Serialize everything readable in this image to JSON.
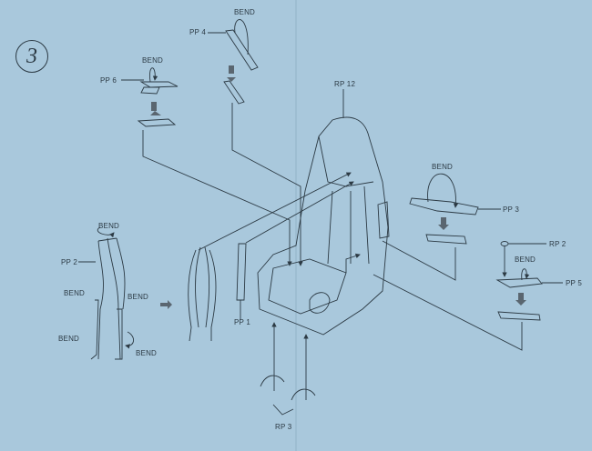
{
  "step_number": "3",
  "labels": {
    "pp6": "PP 6",
    "pp6_bend": "BEND",
    "pp4": "PP 4",
    "pp4_bend": "BEND",
    "rp12": "RP 12",
    "pp3": "PP 3",
    "pp3_bend": "BEND",
    "rp2": "RP 2",
    "pp5": "PP 5",
    "pp5_bend": "BEND",
    "pp2": "PP 2",
    "pp2_bend_top": "BEND",
    "pp2_bend_left": "BEND",
    "pp2_bend_right": "BEND",
    "pp2_bend_bottom_left": "BEND",
    "pp2_bend_bottom_right": "BEND",
    "pp1": "PP 1",
    "rp3": "RP 3"
  },
  "colors": {
    "background": "#a9c8dc",
    "ink": "#2c3a44",
    "arrow": "#5a6670"
  }
}
